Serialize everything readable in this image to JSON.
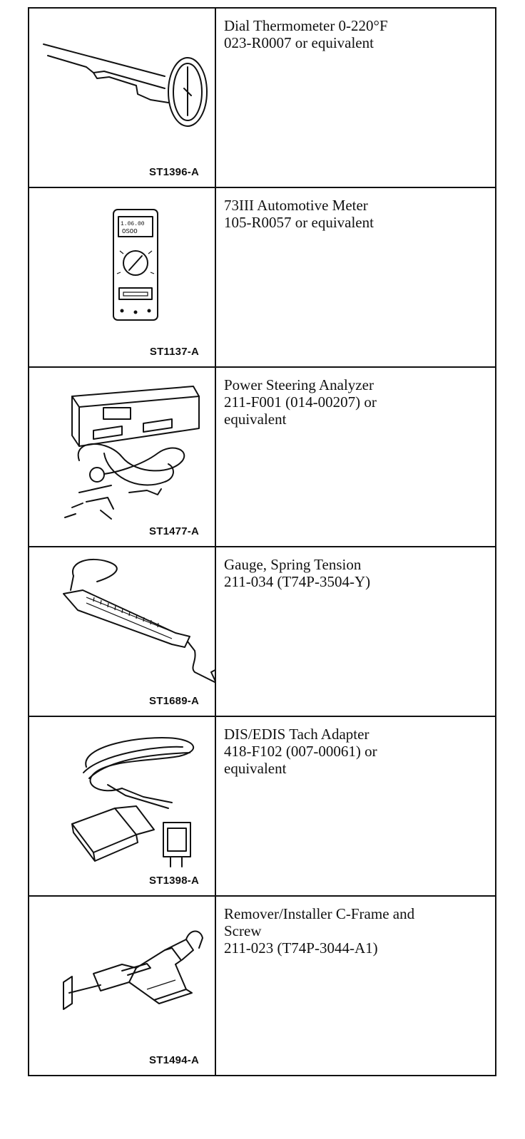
{
  "tools": [
    {
      "icon": "dial-thermometer-icon",
      "code": "ST1396-A",
      "lines": [
        "Dial Thermometer 0-220°F",
        "023-R0007 or equivalent"
      ]
    },
    {
      "icon": "automotive-meter-icon",
      "code": "ST1137-A",
      "lines": [
        "73III Automotive Meter",
        "105-R0057 or equivalent"
      ]
    },
    {
      "icon": "power-steering-analyzer-icon",
      "code": "ST1477-A",
      "lines": [
        "Power Steering Analyzer",
        "211-F001 (014-00207) or",
        "equivalent"
      ]
    },
    {
      "icon": "spring-tension-gauge-icon",
      "code": "ST1689-A",
      "lines": [
        "Gauge, Spring Tension",
        "211-034 (T74P-3504-Y)"
      ]
    },
    {
      "icon": "tach-adapter-icon",
      "code": "ST1398-A",
      "lines": [
        "DIS/EDIS Tach Adapter",
        "418-F102 (007-00061) or",
        "equivalent"
      ]
    },
    {
      "icon": "c-frame-screw-icon",
      "code": "ST1494-A",
      "lines": [
        "Remover/Installer C-Frame and",
        "Screw",
        "211-023 (T74P-3044-A1)"
      ]
    }
  ]
}
